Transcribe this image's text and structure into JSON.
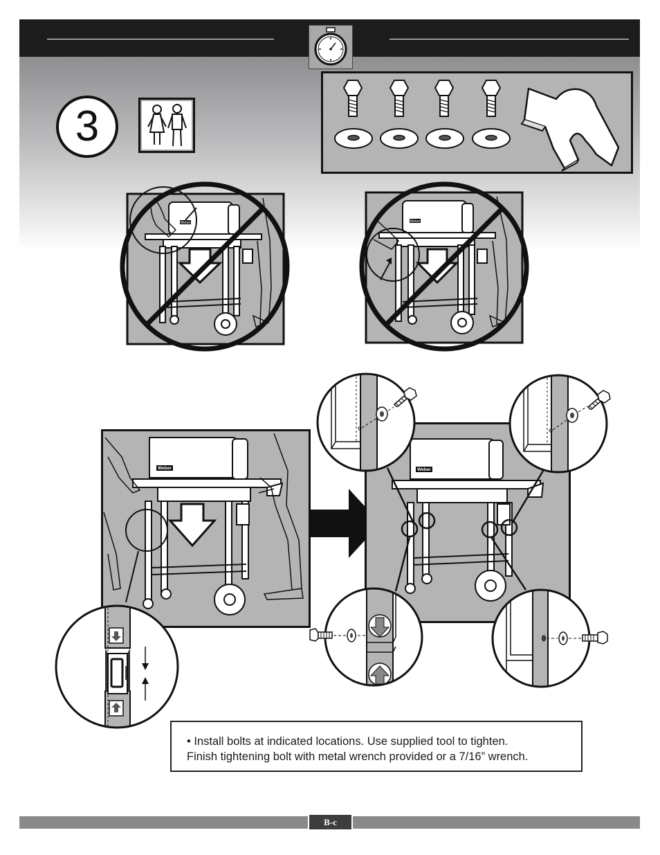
{
  "step": {
    "number": "3"
  },
  "panels": {
    "wrong_1": {
      "logo": "Weber"
    },
    "wrong_2": {
      "logo": "Weber"
    },
    "correct_lift": {
      "logo": "Weber"
    },
    "result": {
      "logo": "Weber"
    }
  },
  "instruction": {
    "line_1": "• Install bolts at indicated locations. Use supplied tool to tighten.",
    "line_2": "Finish tightening bolt with metal wrench provided or a 7/16” wrench."
  },
  "footer": {
    "page_label": "B-c"
  },
  "icons": {
    "timer": "stopwatch-icon",
    "people": "two-person-icon",
    "prohibited": "prohibited-icon",
    "direction": "arrow-right-icon"
  },
  "colors": {
    "header": "#1c1c1c",
    "panel_bg": "#b4b4b4",
    "footer": "#8a8a8a"
  }
}
